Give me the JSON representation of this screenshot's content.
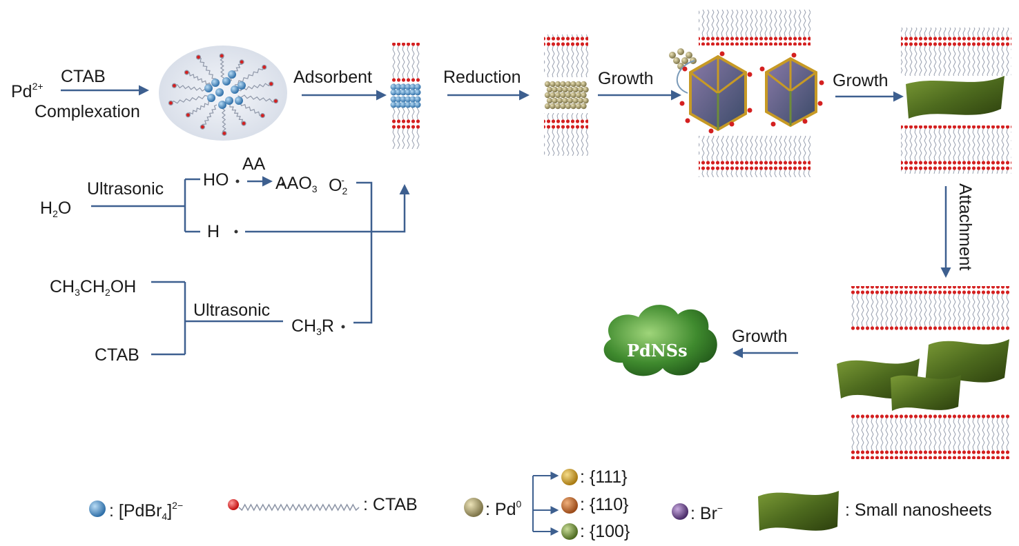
{
  "labels": {
    "pd2": "Pd",
    "pd2_charge": "2+",
    "ctab_top": "CTAB",
    "complexation": "Complexation",
    "adsorbent": "Adsorbent",
    "reduction": "Reduction",
    "growth1": "Growth",
    "growth2": "Growth",
    "attachment": "Attachment",
    "growth3": "Growth",
    "pdnss": "PdNSs",
    "ultrasonic1": "Ultrasonic",
    "h2o_h": "H",
    "h2o_2": "2",
    "h2o_o": "O",
    "ho": "HO",
    "aa": "AA",
    "aao3": "AAO",
    "aao3_sub": "3",
    "o2": "O",
    "o2_sub": "2",
    "o2_sup": "-",
    "h_rad": "H",
    "ch3ch2oh_a": "CH",
    "ch3ch2oh_3": "3",
    "ch3ch2oh_b": "CH",
    "ch3ch2oh_2": "2",
    "ch3ch2oh_c": "OH",
    "ctab_bottom": "CTAB",
    "ultrasonic2": "Ultrasonic",
    "ch3r_a": "CH",
    "ch3r_3": "3",
    "ch3r_b": "R"
  },
  "legend": {
    "pdbr4": ": [PdBr",
    "pdbr4_sub": "4",
    "pdbr4_close": "]",
    "pdbr4_sup": "2−",
    "ctab": ": CTAB",
    "pd0": ": Pd",
    "pd0_sup": "0",
    "f111": ": {111}",
    "f110": ": {110}",
    "f100": ": {100}",
    "br": ": Br",
    "br_sup": "−",
    "small_nanosheets": ": Small nanosheets"
  },
  "colors": {
    "arrow": "#3d5f8f",
    "head_red": "#d42020",
    "tail_gray": "#8f97a8",
    "pdbr4_blue": "#3f7fb8",
    "pd0_olive": "#a39a6a",
    "f111_gold": "#c79a25",
    "f110_orange": "#c06a2a",
    "f100_green": "#6e8c3a",
    "br_purple": "#6b4a86",
    "sheet_green": "#4e6a1e",
    "cloud_green": "#3f8a2e"
  }
}
